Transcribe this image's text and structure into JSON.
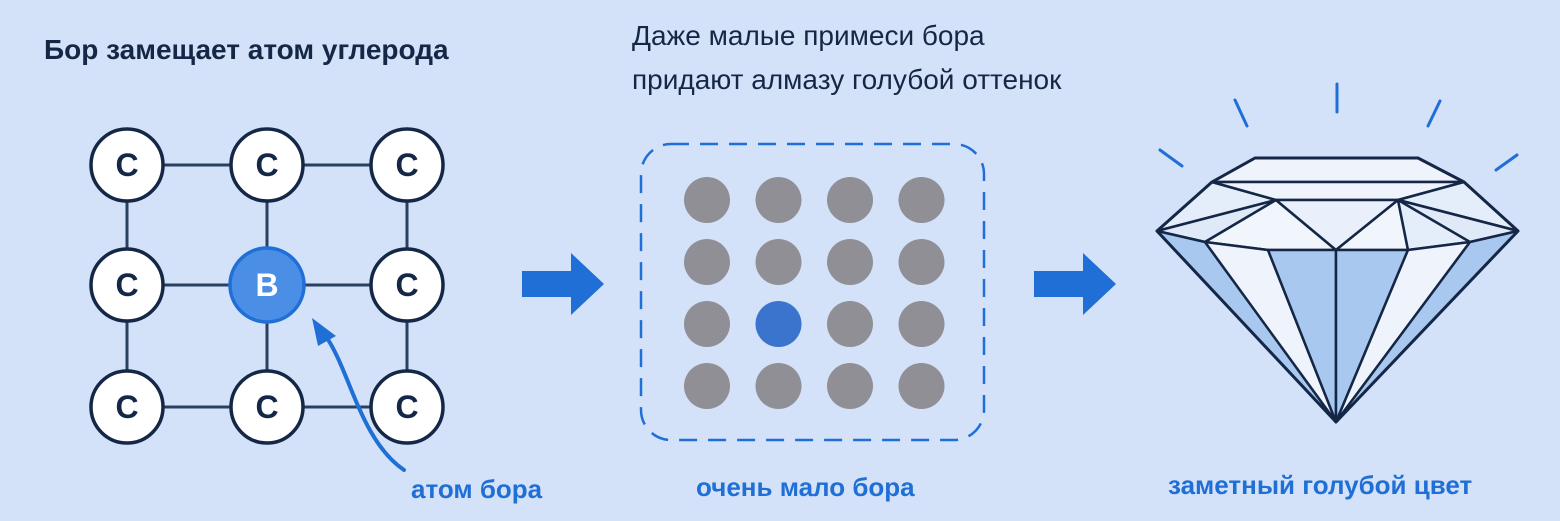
{
  "panels": {
    "lattice": {
      "title": "Бор замещает атом углерода",
      "atoms": [
        [
          "C",
          "C",
          "C"
        ],
        [
          "C",
          "B",
          "C"
        ],
        [
          "C",
          "C",
          "C"
        ]
      ],
      "caption": "атом бора"
    },
    "impurity": {
      "title_line1": "Даже малые примеси бора",
      "title_line2": "придают алмазу голубой оттенок",
      "grid": {
        "rows": 4,
        "cols": 4,
        "highlight": {
          "row": 2,
          "col": 1
        }
      },
      "caption": "очень мало бора"
    },
    "diamond": {
      "caption": "заметный голубой цвет"
    }
  },
  "colors": {
    "background": "#d3e2f8",
    "dark": "#152746",
    "accent": "#1f6fd6",
    "boron_fill": "#4b8ee6",
    "dot_gray": "#8f8f95",
    "dot_blue": "#3a74cc",
    "facet_light": "#e9f0fb",
    "facet_blue": "#a9c8f0"
  }
}
